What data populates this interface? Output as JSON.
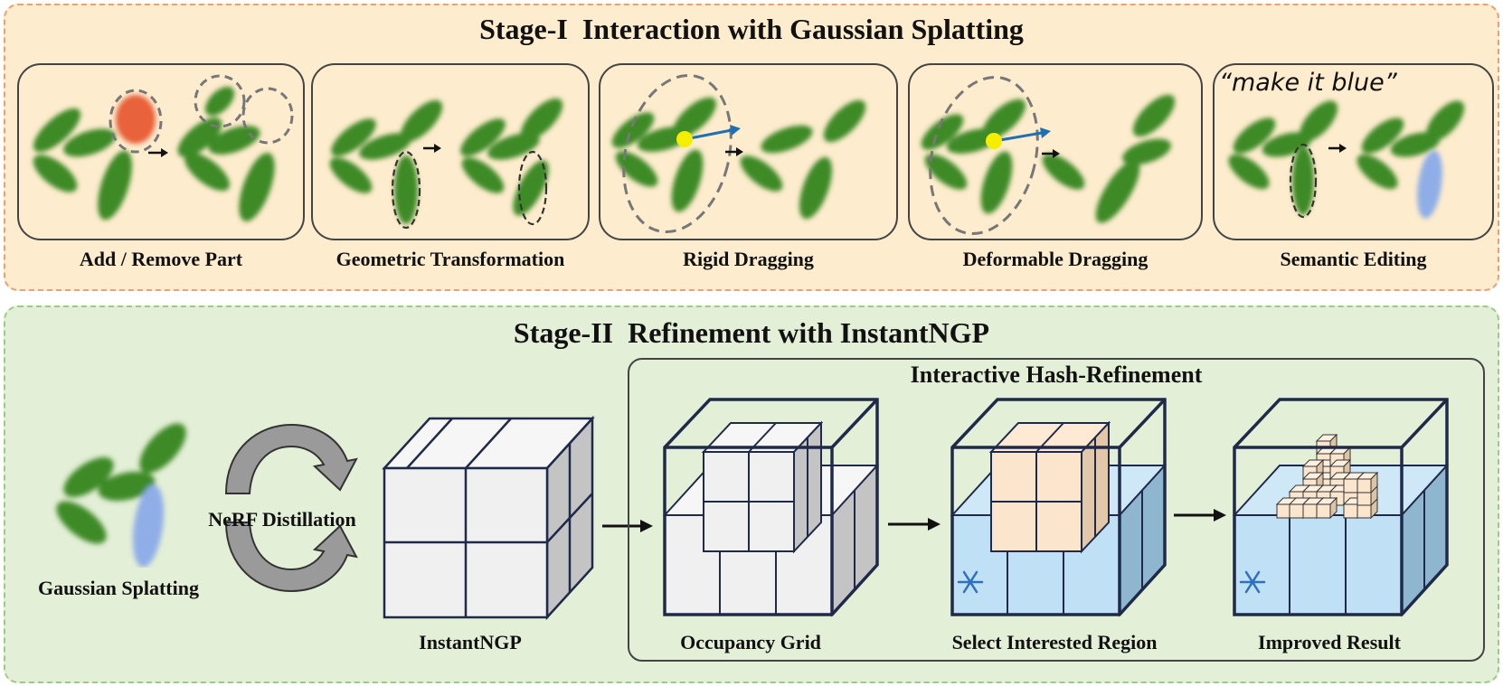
{
  "stage1": {
    "title": "Stage-I  Interaction with Gaussian Splatting",
    "panels": [
      {
        "label": "Add / Remove Part"
      },
      {
        "label": "Geometric Transformation"
      },
      {
        "label": "Rigid Dragging"
      },
      {
        "label": "Deformable Dragging"
      },
      {
        "label": "Semantic Editing",
        "prompt": "“make it blue”"
      }
    ]
  },
  "stage2": {
    "title": "Stage-II  Refinement with InstantNGP",
    "gaussian_label": "Gaussian Splatting",
    "distillation_label": "NeRF Distillation",
    "instantngp_label": "InstantNGP",
    "refinement": {
      "title": "Interactive Hash-Refinement",
      "steps": [
        {
          "label": "Occupancy Grid"
        },
        {
          "label": "Select Interested Region"
        },
        {
          "label": "Improved Result"
        }
      ]
    }
  },
  "colors": {
    "stage1_bg": "#fdeccd",
    "stage1_border": "#f0a070",
    "stage2_bg": "#e3efd6",
    "stage2_border": "#9ccc83",
    "leaf_green": "#3e8a25",
    "removed_orange": "#e8623a",
    "edited_blue": "#8faee8",
    "drag_point": "#f5ee00",
    "drag_arrow": "#1f6fb4",
    "frozen_blue": "#bfe0f5",
    "selected_beige": "#fbe5cc",
    "grid_gray": "#f0f0f0",
    "frame_navy": "#1f2a4a"
  },
  "icons": [
    "snowflake-icon",
    "cycle-arrow-icon",
    "right-arrow-icon"
  ]
}
